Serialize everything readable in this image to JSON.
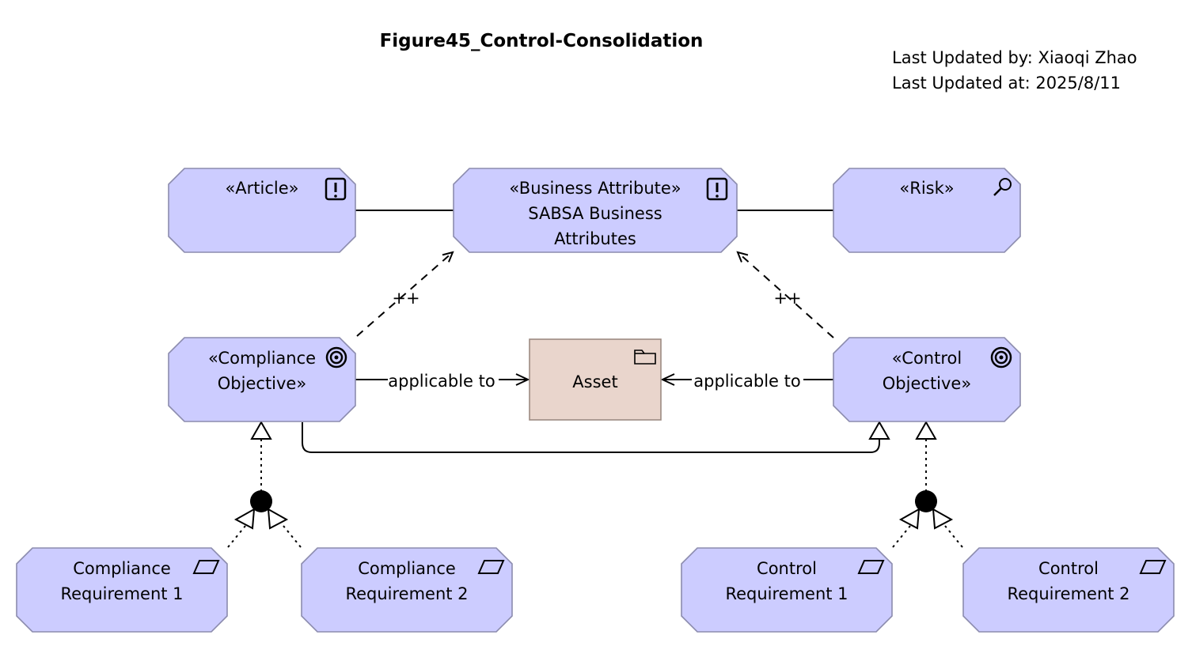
{
  "header": {
    "title": "Figure45_Control-Consolidation",
    "last_updated_by": "Last Updated by: Xiaoqi Zhao",
    "last_updated_at": "Last Updated at: 2025/8/11"
  },
  "colors": {
    "element_fill": "#ccccff",
    "element_stroke": "#8c8cae",
    "asset_fill": "#e9d5cc",
    "asset_stroke": "#9c8a82",
    "line": "#000000"
  },
  "nodes": {
    "article": {
      "lines": [
        "«Article»"
      ],
      "icon": "requirement-exclamation-icon"
    },
    "business_attribute": {
      "lines": [
        "«Business Attribute»",
        "SABSA Business",
        "Attributes"
      ],
      "icon": "requirement-exclamation-icon"
    },
    "risk": {
      "lines": [
        "«Risk»"
      ],
      "icon": "assessment-magnifier-icon"
    },
    "compliance_objective": {
      "lines": [
        "«Compliance",
        "Objective»"
      ],
      "icon": "goal-target-icon"
    },
    "asset": {
      "lines": [
        "Asset"
      ],
      "icon": "folder-icon"
    },
    "control_objective": {
      "lines": [
        "«Control",
        "Objective»"
      ],
      "icon": "goal-target-icon"
    },
    "compliance_req_1": {
      "lines": [
        "Compliance",
        "Requirement 1"
      ],
      "icon": "requirement-parallelogram-icon"
    },
    "compliance_req_2": {
      "lines": [
        "Compliance",
        "Requirement 2"
      ],
      "icon": "requirement-parallelogram-icon"
    },
    "control_req_1": {
      "lines": [
        "Control",
        "Requirement 1"
      ],
      "icon": "requirement-parallelogram-icon"
    },
    "control_req_2": {
      "lines": [
        "Control",
        "Requirement 2"
      ],
      "icon": "requirement-parallelogram-icon"
    }
  },
  "edges": {
    "influence_left": "++",
    "influence_right": "++",
    "association_left": "applicable to",
    "association_right": "applicable to"
  }
}
